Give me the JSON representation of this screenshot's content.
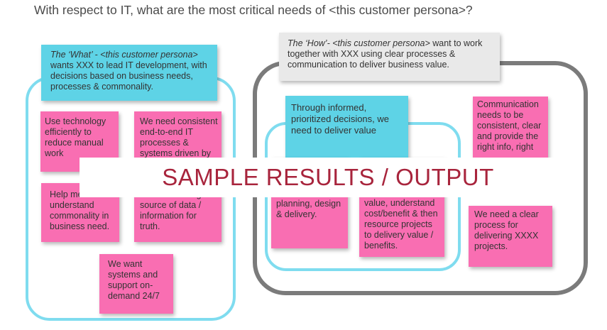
{
  "header": {
    "question": "With respect to IT, what are the most critical needs of <this customer persona>?"
  },
  "what_section": {
    "header_note_em": "The ‘What’ - <this customer persona>",
    "header_note_rest": " wants XXX to lead IT development, with decisions based on business needs, processes & commonality.",
    "notes": [
      "Use technology efficiently to reduce manual work",
      "We need consistent end-to-end IT processes & systems driven by",
      "Help me understand commonality in business need.",
      "We need a single source of data / information for truth.",
      "We want systems and support on-demand 24/7"
    ]
  },
  "how_section": {
    "header_note_em": "The ‘How’- <this customer persona>",
    "header_note_rest": " want to work together with XXX using clear processes & communication to deliver business value.",
    "inner_note": "Through informed, prioritized decisions, we need to deliver value",
    "notes": [
      "planning, design & delivery.",
      "value, understand cost/benefit & then resource projects to delivery value / benefits.",
      "Communication needs to be consistent, clear and provide the right info, right",
      "We need  a clear process for delivering XXXX projects."
    ]
  },
  "banner": {
    "text": "SAMPLE RESULTS / OUTPUT"
  },
  "colors": {
    "sticky_pink": "#f96eb2",
    "sticky_cyan": "#5ed3e6",
    "sticky_grey": "#e9e9e9",
    "frame_cyan": "#7fdcef",
    "frame_grey": "#7b7b7b",
    "banner_text": "#a8243c"
  }
}
